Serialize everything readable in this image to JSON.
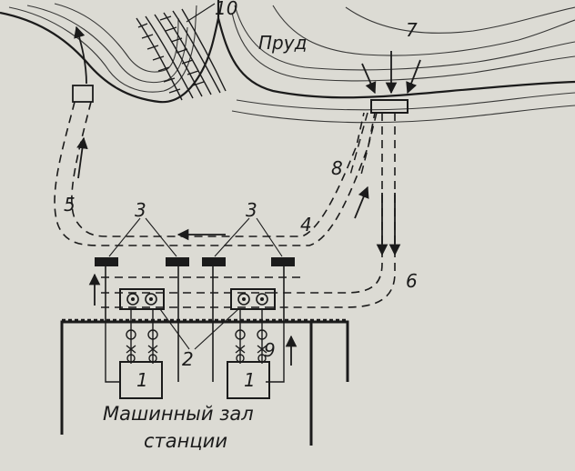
{
  "pond_label": "Пруд",
  "caption": {
    "line1": "Машинный зал",
    "line2": "станции"
  },
  "labels": {
    "n1": "1",
    "n2": "2",
    "n3": "3",
    "n4": "4",
    "n5": "5",
    "n6": "6",
    "n7": "7",
    "n8": "8",
    "n9": "9",
    "n10": "10"
  },
  "colors": {
    "background": "#dcdbd4",
    "ink": "#1b1b1b"
  }
}
